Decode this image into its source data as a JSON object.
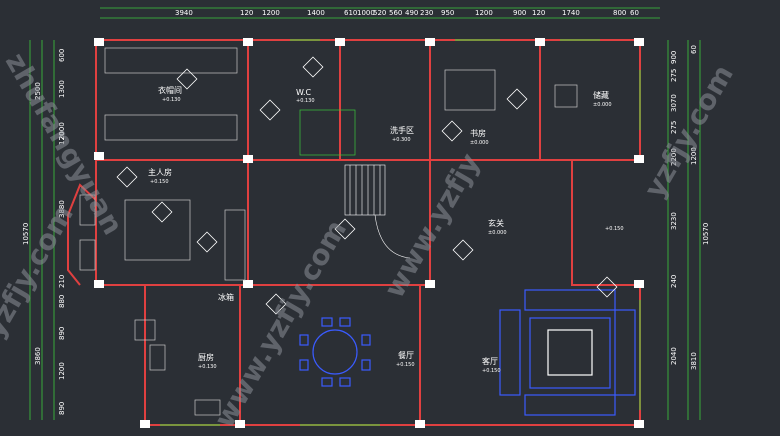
{
  "drawing": {
    "dims_top": [
      "3940",
      "120",
      "1200",
      "1400",
      "610",
      "1000",
      "520",
      "560",
      "490",
      "230",
      "950",
      "1200",
      "900",
      "120",
      "1740",
      "800",
      "60"
    ],
    "dims_left": [
      "600",
      "1300",
      "2500",
      "120",
      "2000",
      "3880",
      "210",
      "880",
      "10570",
      "890",
      "1200",
      "3860",
      "890"
    ],
    "dims_right_inner": [
      "900",
      "275",
      "3070",
      "275",
      "2200",
      "3230",
      "240",
      "2040"
    ],
    "dims_right_outer": [
      "60",
      "1200",
      "10570",
      "3810"
    ],
    "rooms": [
      {
        "id": "closet",
        "name": "衣帽间",
        "level": "+0.130"
      },
      {
        "id": "wc",
        "name": "W.C",
        "level": "+0.130"
      },
      {
        "id": "study",
        "name": "书房",
        "level": "±0.000"
      },
      {
        "id": "storage",
        "name": "储藏",
        "level": "±0.000"
      },
      {
        "id": "washroom",
        "name": "洗手区",
        "level": "+0.300"
      },
      {
        "id": "master",
        "name": "主人房",
        "level": "+0.150"
      },
      {
        "id": "foyer",
        "name": "玄关",
        "level": "±0.000"
      },
      {
        "id": "fridge",
        "name": "冰箱",
        "level": ""
      },
      {
        "id": "kitchen",
        "name": "厨房",
        "level": "+0.130"
      },
      {
        "id": "dining",
        "name": "餐厅",
        "level": "+0.150"
      },
      {
        "id": "living",
        "name": "客厅",
        "level": "+0.150"
      }
    ],
    "foyer_side_level": "+0.150",
    "watermarks": [
      "zhufangyuan",
      "yzfjy.com",
      "www.yzfjy.com",
      "yzfjy.com",
      "www.yzfjy"
    ]
  }
}
